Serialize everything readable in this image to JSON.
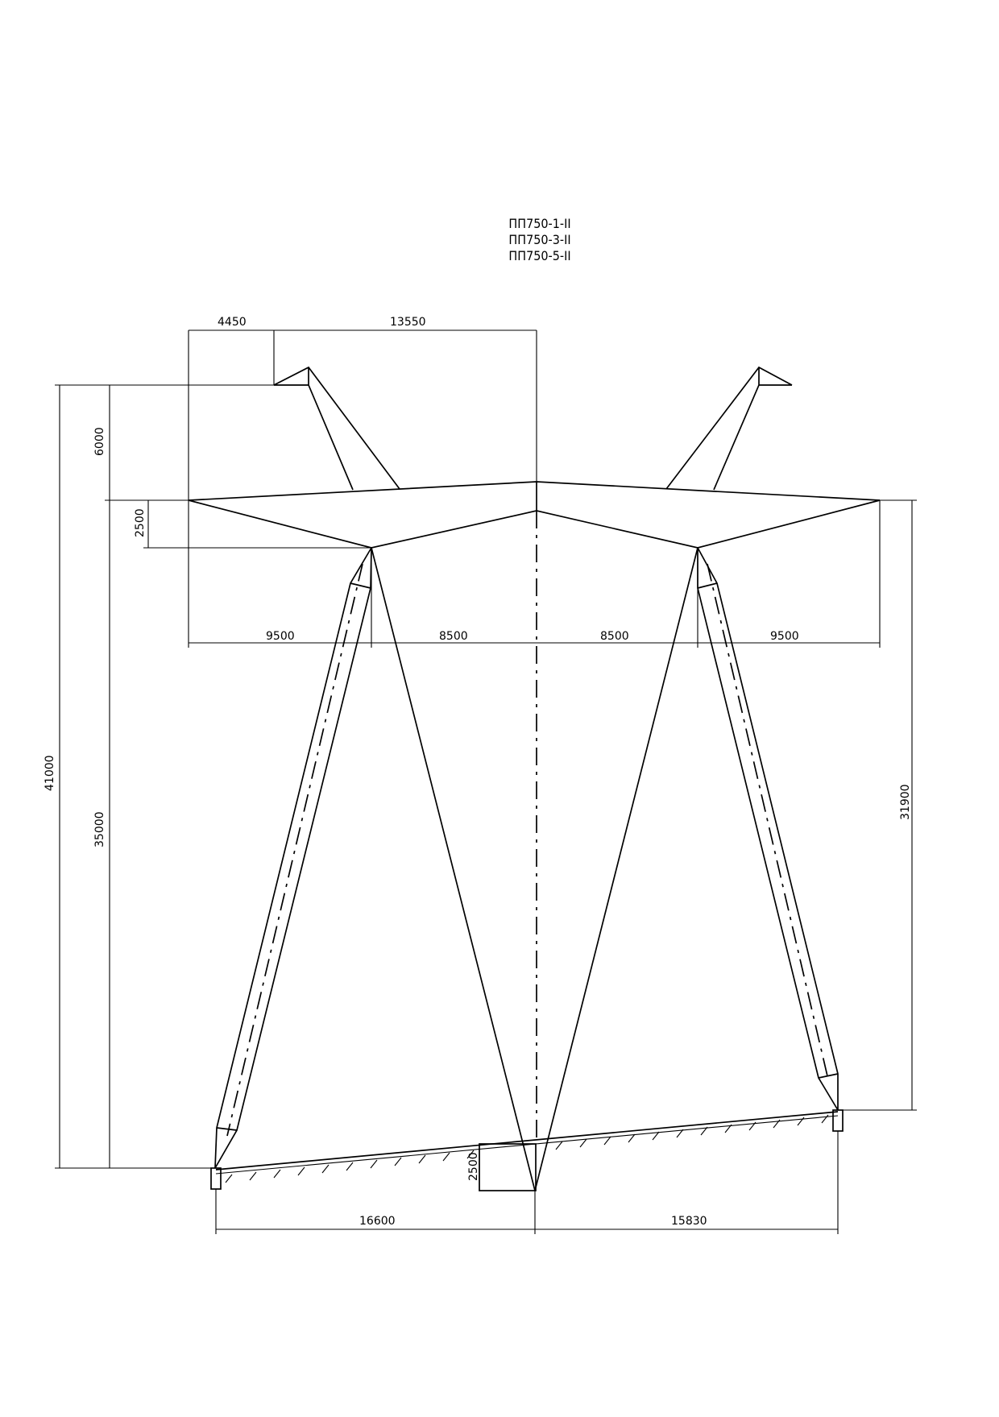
{
  "drawing": {
    "titles": [
      "ПП750-1-II",
      "ПП750-3-II",
      "ПП750-5-II"
    ],
    "dimensions": {
      "arm_offset": "4450",
      "arm_to_axis": "13550",
      "total_height": "41000",
      "peak_height": "6000",
      "beam_depth": "2500",
      "beam_height": "35000",
      "right_height": "31900",
      "left_outer": "9500",
      "left_inner": "8500",
      "right_inner": "8500",
      "right_outer": "9500",
      "ground_step": "2500",
      "base_left": "16600",
      "base_right": "15830"
    }
  }
}
